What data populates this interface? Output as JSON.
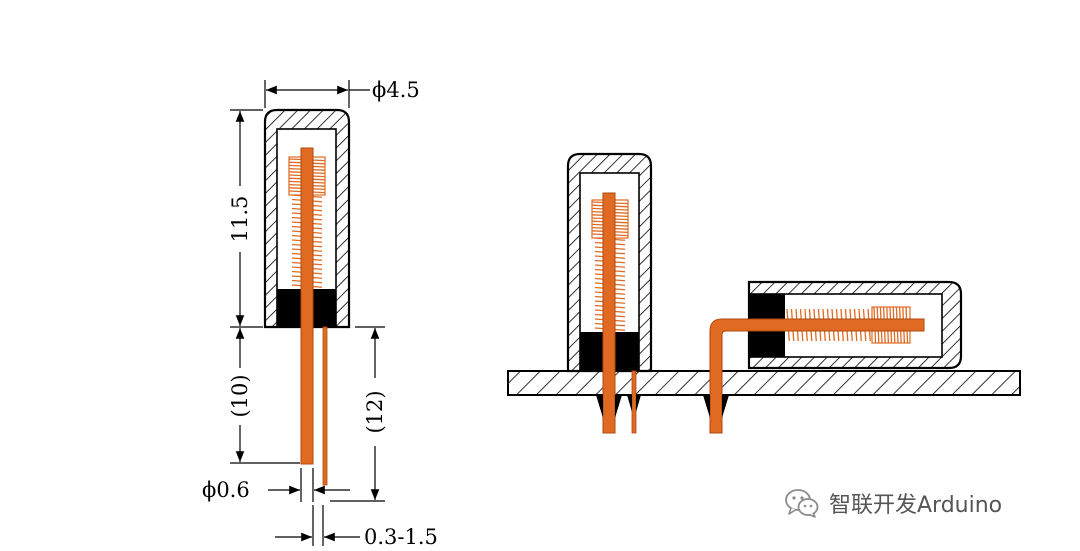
{
  "dimensions": {
    "width_label": "ϕ4.5",
    "height_label": "11.5",
    "short_lead_label": "(10)",
    "long_lead_label": "(12)",
    "pin_dia_label": "ϕ0.6",
    "gap_label": "0.3-1.5"
  },
  "watermark": {
    "text": "智联开发Arduino",
    "icon": "wechat-icon"
  },
  "colors": {
    "copper": "#e06a22",
    "copper_dark": "#b04a10",
    "housing": "#000000",
    "hatch": "#000000",
    "insulator": "#000000"
  }
}
